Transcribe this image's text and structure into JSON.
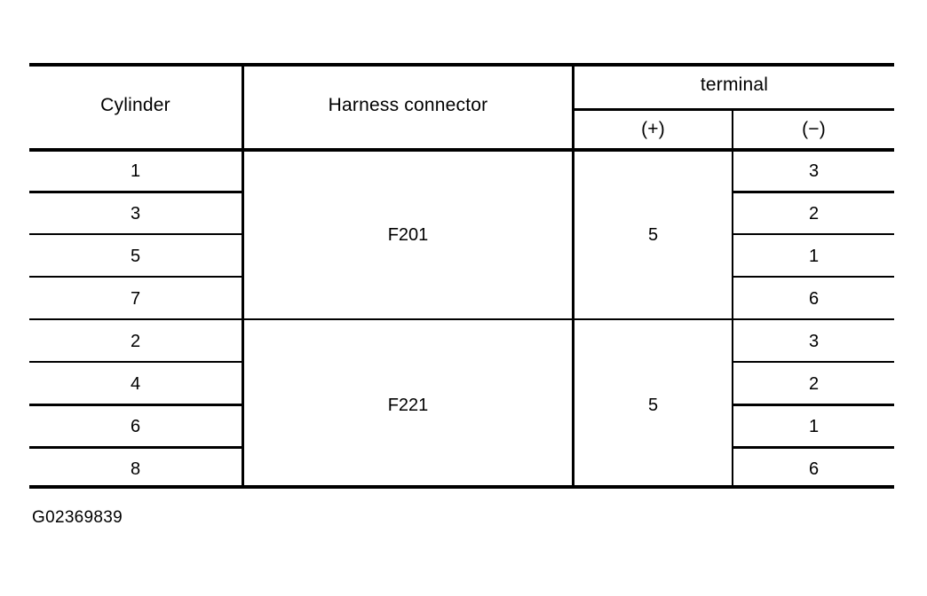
{
  "figure": {
    "caption": "G02369839"
  },
  "table": {
    "headers": {
      "cylinder": "Cylinder",
      "harness_connector": "Harness connector",
      "terminal": "terminal",
      "terminal_positive": "(+)",
      "terminal_negative": "(−)"
    },
    "groups": [
      {
        "harness_connector": "F201",
        "terminal_positive": "5",
        "rows": [
          {
            "cylinder": "1",
            "terminal_negative": "3"
          },
          {
            "cylinder": "3",
            "terminal_negative": "2"
          },
          {
            "cylinder": "5",
            "terminal_negative": "1"
          },
          {
            "cylinder": "7",
            "terminal_negative": "6"
          }
        ]
      },
      {
        "harness_connector": "F221",
        "terminal_positive": "5",
        "rows": [
          {
            "cylinder": "2",
            "terminal_negative": "3"
          },
          {
            "cylinder": "4",
            "terminal_negative": "2"
          },
          {
            "cylinder": "6",
            "terminal_negative": "1"
          },
          {
            "cylinder": "8",
            "terminal_negative": "6"
          }
        ]
      }
    ]
  },
  "colors": {
    "ink": "#000000",
    "page": "#ffffff"
  }
}
